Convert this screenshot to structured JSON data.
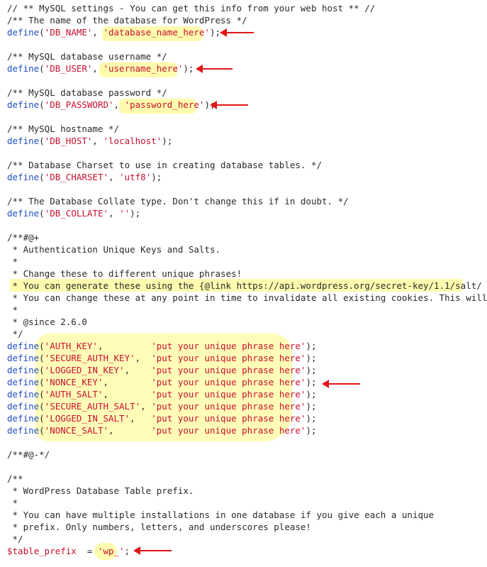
{
  "code": {
    "lines": [
      "// ** MySQL settings - You can get this info from your web host ** //",
      "/** The name of the database for WordPress */",
      "define('DB_NAME', 'database_name_here');",
      "",
      "/** MySQL database username */",
      "define('DB_USER', 'username_here');",
      "",
      "/** MySQL database password */",
      "define('DB_PASSWORD', 'password_here');",
      "",
      "/** MySQL hostname */",
      "define('DB_HOST', 'localhost');",
      "",
      "/** Database Charset to use in creating database tables. */",
      "define('DB_CHARSET', 'utf8');",
      "",
      "/** The Database Collate type. Don't change this if in doubt. */",
      "define('DB_COLLATE', '');",
      "",
      "/**#@+",
      " * Authentication Unique Keys and Salts.",
      " *",
      " * Change these to different unique phrases!",
      " * You can generate these using the {@link https://api.wordpress.org/secret-key/1.1/salt/",
      " * You can change these at any point in time to invalidate all existing cookies. This will",
      " *",
      " * @since 2.6.0",
      " */",
      "define('AUTH_KEY',         'put your unique phrase here');",
      "define('SECURE_AUTH_KEY',  'put your unique phrase here');",
      "define('LOGGED_IN_KEY',    'put your unique phrase here');",
      "define('NONCE_KEY',        'put your unique phrase here');",
      "define('AUTH_SALT',        'put your unique phrase here');",
      "define('SECURE_AUTH_SALT', 'put your unique phrase here');",
      "define('LOGGED_IN_SALT',   'put your unique phrase here');",
      "define('NONCE_SALT',       'put your unique phrase here');",
      "",
      "/**#@-*/",
      "",
      "/**",
      " * WordPress Database Table prefix.",
      " *",
      " * You can have multiple installations in one database if you give each a unique",
      " * prefix. Only numbers, letters, and underscores please!",
      " */",
      "$table_prefix  = 'wp_';"
    ]
  },
  "colors": {
    "keyword": "#1f4fc2",
    "string": "#c8102e",
    "comment": "#2a2a2a",
    "highlight": "#fefbaa",
    "arrow": "#e01818"
  }
}
